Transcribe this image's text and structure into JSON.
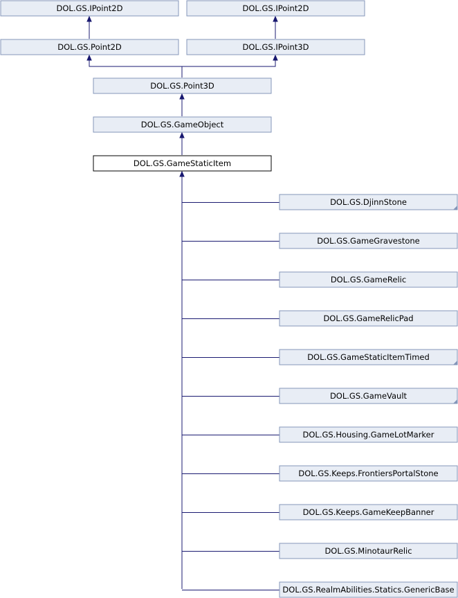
{
  "nodes": {
    "ipoint2d_left": "DOL.GS.IPoint2D",
    "ipoint2d_right": "DOL.GS.IPoint2D",
    "point2d": "DOL.GS.Point2D",
    "ipoint3d": "DOL.GS.IPoint3D",
    "point3d": "DOL.GS.Point3D",
    "gameobject": "DOL.GS.GameObject",
    "gamestaticitem": "DOL.GS.GameStaticItem"
  },
  "children": [
    {
      "label": "DOL.GS.DjinnStone",
      "has_more": true
    },
    {
      "label": "DOL.GS.GameGravestone",
      "has_more": false
    },
    {
      "label": "DOL.GS.GameRelic",
      "has_more": false
    },
    {
      "label": "DOL.GS.GameRelicPad",
      "has_more": false
    },
    {
      "label": "DOL.GS.GameStaticItemTimed",
      "has_more": true
    },
    {
      "label": "DOL.GS.GameVault",
      "has_more": true
    },
    {
      "label": "DOL.GS.Housing.GameLotMarker",
      "has_more": false
    },
    {
      "label": "DOL.GS.Keeps.FrontiersPortalStone",
      "has_more": false
    },
    {
      "label": "DOL.GS.Keeps.GameKeepBanner",
      "has_more": false
    },
    {
      "label": "DOL.GS.MinotaurRelic",
      "has_more": false
    },
    {
      "label": "DOL.GS.RealmAbilities.Statics.GenericBase",
      "has_more": false
    }
  ]
}
